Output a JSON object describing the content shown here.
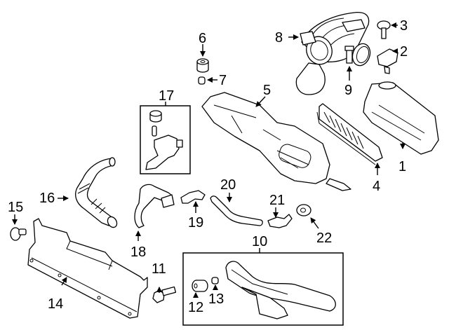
{
  "diagram": {
    "title": "Air Intake Components - exploded parts view",
    "callouts": [
      {
        "id": "1",
        "label": "1"
      },
      {
        "id": "2",
        "label": "2"
      },
      {
        "id": "3",
        "label": "3"
      },
      {
        "id": "4",
        "label": "4"
      },
      {
        "id": "5",
        "label": "5"
      },
      {
        "id": "6",
        "label": "6"
      },
      {
        "id": "7",
        "label": "7"
      },
      {
        "id": "8",
        "label": "8"
      },
      {
        "id": "9",
        "label": "9"
      },
      {
        "id": "10",
        "label": "10"
      },
      {
        "id": "11",
        "label": "11"
      },
      {
        "id": "12",
        "label": "12"
      },
      {
        "id": "13",
        "label": "13"
      },
      {
        "id": "14",
        "label": "14"
      },
      {
        "id": "15",
        "label": "15"
      },
      {
        "id": "16",
        "label": "16"
      },
      {
        "id": "17",
        "label": "17"
      },
      {
        "id": "18",
        "label": "18"
      },
      {
        "id": "19",
        "label": "19"
      },
      {
        "id": "20",
        "label": "20"
      },
      {
        "id": "21",
        "label": "21"
      },
      {
        "id": "22",
        "label": "22"
      }
    ]
  }
}
